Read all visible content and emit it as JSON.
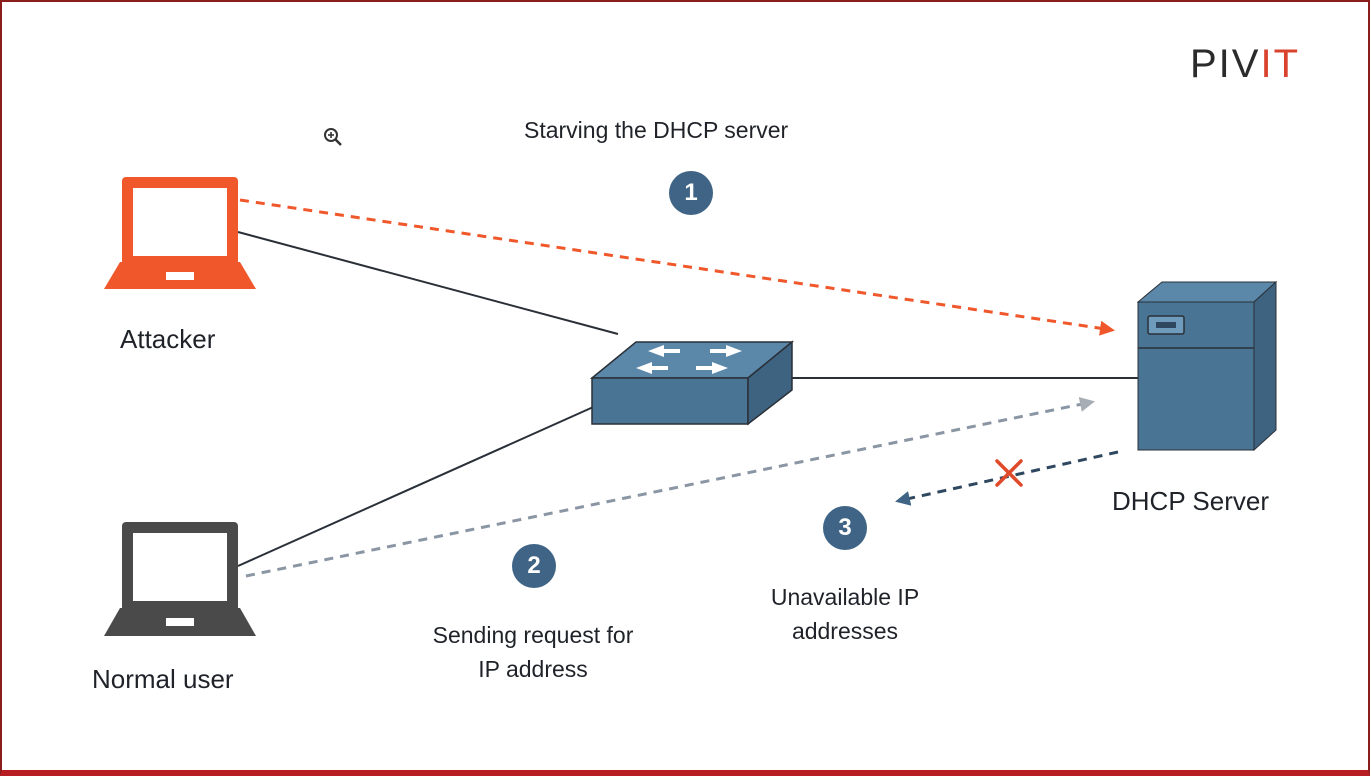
{
  "logo": {
    "part1": "PIV",
    "part2": "IT"
  },
  "title": "Starving the DHCP server",
  "nodes": {
    "attacker": "Attacker",
    "normal_user": "Normal user",
    "dhcp_server": "DHCP Server"
  },
  "steps": [
    {
      "number": "1"
    },
    {
      "number": "2",
      "text": "Sending request for IP address"
    },
    {
      "number": "3",
      "text": "Unavailable IP addresses"
    }
  ],
  "colors": {
    "attacker": "#f0582b",
    "normal_user": "#4a4a4a",
    "device_blue": "#4a7494",
    "badge": "#3f6486",
    "attack_line": "#e04a2a",
    "request_line": "#8a96a3",
    "reply_line": "#2f4860",
    "blocked_x": "#e04a2a"
  },
  "icons": [
    "zoom-in-icon",
    "laptop-icon",
    "switch-icon",
    "server-icon",
    "blocked-x-icon"
  ]
}
